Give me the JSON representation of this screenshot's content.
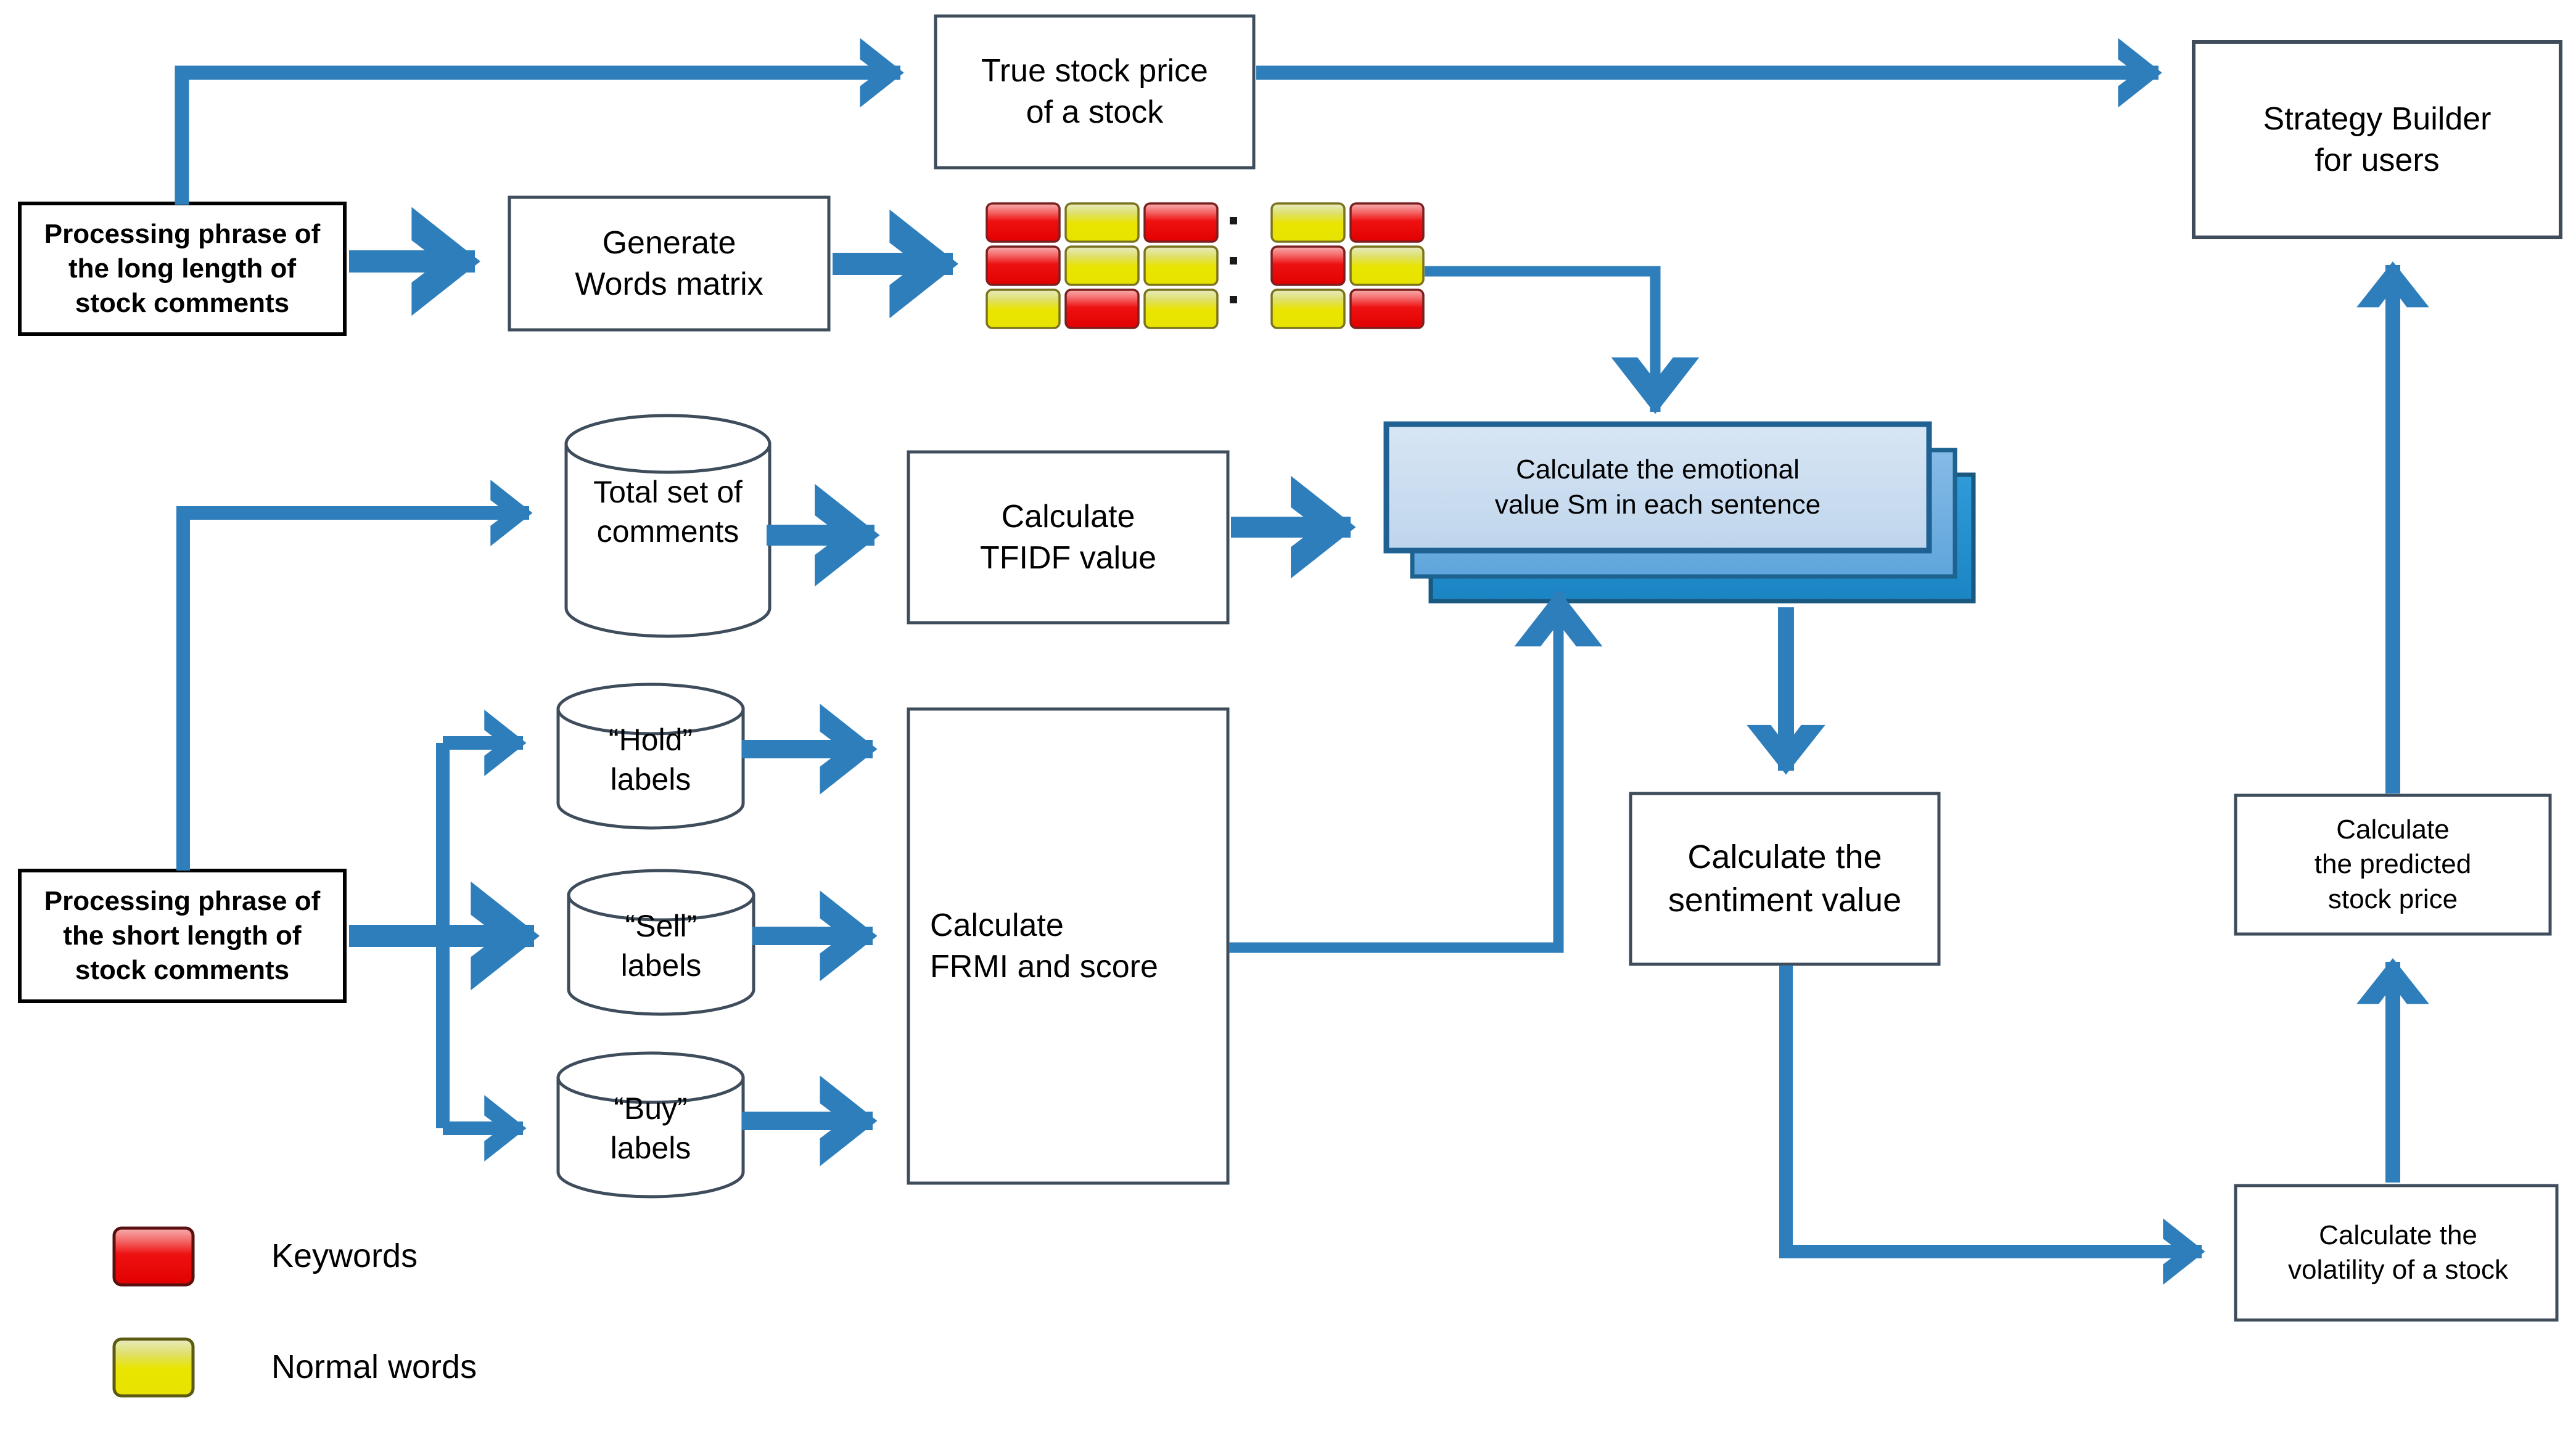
{
  "diagram": {
    "title": "Stock comment sentiment analysis and price prediction pipeline",
    "colors": {
      "arrow_blue": "#2E7EBB",
      "arrow_blue_dark": "#1F6193",
      "box_border": "#3E4C5B",
      "black_border": "#000000",
      "stack_fill_top": "#C6D9ED",
      "stack_fill_mid": "#6FAEE0",
      "stack_fill_bottom": "#1F8ACB",
      "keyword_red": "#EE1111",
      "normal_yellow": "#E9E400",
      "background": "#FFFFFF"
    },
    "nodes": {
      "processing_long": {
        "label": "Processing phrase of\nthe long length of\nstock comments"
      },
      "generate_matrix": {
        "label": "Generate\nWords matrix"
      },
      "true_price": {
        "label": "True stock price\nof a stock"
      },
      "strategy_builder": {
        "label": "Strategy Builder\nfor users"
      },
      "total_comments": {
        "label": "Total set of\ncomments"
      },
      "calc_tfidf": {
        "label": "Calculate\nTFIDF value"
      },
      "emotional_value": {
        "label": "Calculate the emotional\nvalue Sm in each sentence"
      },
      "calc_sentiment": {
        "label": "Calculate the\nsentiment value"
      },
      "calc_predicted": {
        "label": "Calculate\nthe predicted\nstock price"
      },
      "calc_volatility": {
        "label": "Calculate the\nvolatility of a stock"
      },
      "calc_frmi": {
        "label": "Calculate\nFRMI and score"
      },
      "processing_short": {
        "label": "Processing phrase of\nthe short length of\nstock comments"
      },
      "hold_labels": {
        "label": "“Hold”\nlabels"
      },
      "sell_labels": {
        "label": "“Sell”\nlabels"
      },
      "buy_labels": {
        "label": "“Buy”\nlabels"
      }
    },
    "word_matrix": {
      "ellipsis": "·",
      "left_block": [
        [
          "keyword",
          "normal",
          "keyword"
        ],
        [
          "keyword",
          "normal",
          "normal"
        ],
        [
          "normal",
          "keyword",
          "normal"
        ]
      ],
      "right_block": [
        [
          "normal",
          "keyword"
        ],
        [
          "keyword",
          "normal"
        ],
        [
          "normal",
          "keyword"
        ]
      ]
    },
    "legend": {
      "items": [
        {
          "swatch": "keyword",
          "label": "Keywords"
        },
        {
          "swatch": "normal",
          "label": "Normal words"
        }
      ]
    }
  }
}
